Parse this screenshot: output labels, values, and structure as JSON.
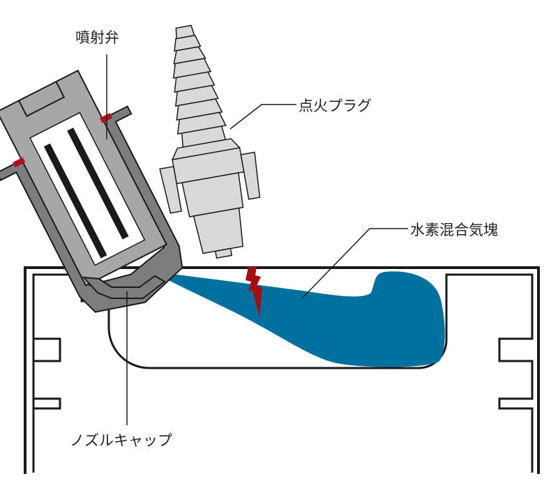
{
  "diagram": {
    "title": "Hydrogen direct-injection combustion chamber",
    "labels": {
      "injector": "噴射弁",
      "spark_plug": "点火プラグ",
      "mixture": "水素混合気塊",
      "nozzle_cap": "ノズルキャップ"
    },
    "colors": {
      "mixture_blue": "#00709e",
      "spark_red": "#a50d13",
      "seal_red": "#b40f1a",
      "injector_dark_gray": "#7d7d7d",
      "injector_light_gray": "#a7a7a7",
      "plug_gray": "#d9d9d9",
      "outline": "#1a1a1a"
    }
  }
}
